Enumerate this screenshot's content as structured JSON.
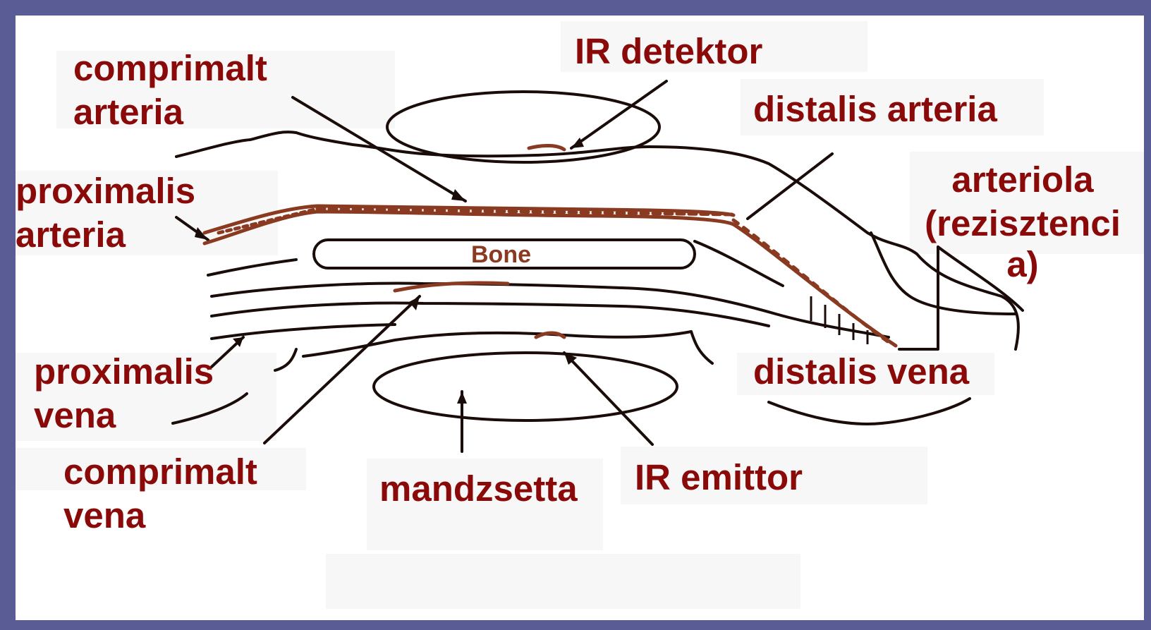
{
  "labels": {
    "comprimalt_arteria": [
      "comprimalt",
      "arteria"
    ],
    "ir_detektor": "IR detektor",
    "distalis_arteria": "distalis arteria",
    "proximalis_arteria": [
      "proximalis",
      "arteria"
    ],
    "arteriola": [
      "arteriola",
      "(rezisztenci",
      "a)"
    ],
    "bone": "Bone",
    "proximalis_vena": [
      "proximalis",
      "vena"
    ],
    "distalis_vena": "distalis vena",
    "comprimalt_vena": [
      "comprimalt",
      "vena"
    ],
    "mandzsetta": "mandzsetta",
    "ir_emittor": "IR emittor"
  },
  "colors": {
    "frame": "#5a5c96",
    "label": "#8a0a0a",
    "ink": "#1a0c08",
    "vessel": "#8a3a20"
  }
}
